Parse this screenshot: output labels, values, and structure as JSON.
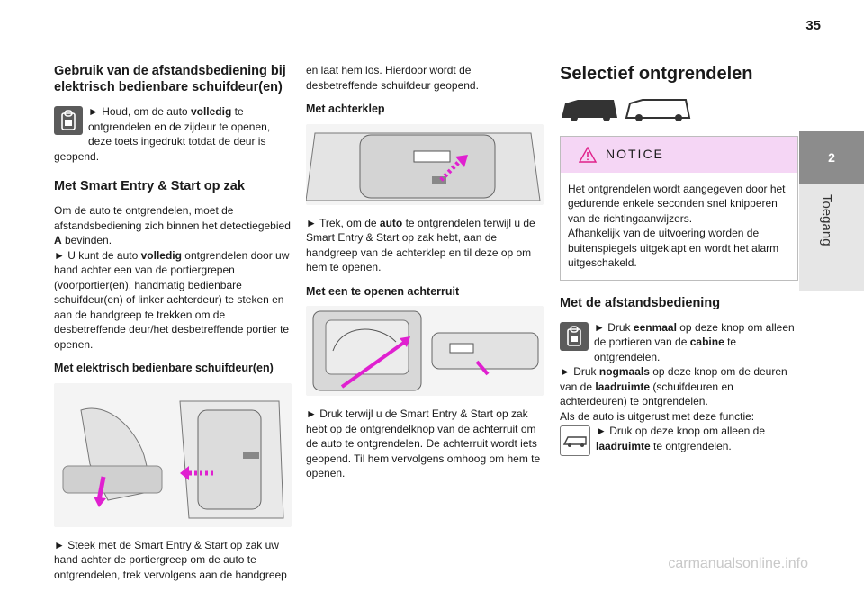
{
  "page_number": "35",
  "side_tab": {
    "number": "2",
    "label": "Toegang"
  },
  "col1": {
    "h_remote": "Gebruik van de afstandsbediening bij elektrisch bedienbare schuifdeur(en)",
    "p_remote_1": "► Houd, om de auto ",
    "p_remote_b": "volledig",
    "p_remote_2": " te ontgrendelen en de zijdeur te openen, deze toets ingedrukt totdat de deur is geopend.",
    "h_smart": "Met Smart Entry & Start op zak",
    "p_smart_1": "Om de auto te ontgrendelen, moet de afstandsbediening zich binnen het detectiegebied ",
    "p_smart_A": "A",
    "p_smart_2": " bevinden.",
    "p_smart_3a": "► U kunt de auto ",
    "p_smart_3b": "volledig",
    "p_smart_3c": " ontgrendelen door uw hand achter een van de portiergrepen (voorportier(en), handmatig bedienbare schuifdeur(en) of linker achterdeur) te steken en aan de handgreep te trekken om de desbetreffende deur/het desbetreffende portier te openen.",
    "h_electric": "Met elektrisch bedienbare schuifdeur(en)",
    "p_electric": "► Steek met de Smart Entry & Start op zak uw hand achter de portiergreep om de auto te ontgrendelen, trek vervolgens aan de handgreep"
  },
  "col2": {
    "p_cont": "en laat hem los. Hierdoor wordt de desbetreffende schuifdeur geopend.",
    "h_tailgate": "Met achterklep",
    "p_tailgate_1": "► Trek, om de ",
    "p_tailgate_b": "auto",
    "p_tailgate_2": " te ontgrendelen terwijl u de Smart Entry & Start op zak hebt, aan de handgreep van de achterklep en til deze op om hem te openen.",
    "h_window": "Met een te openen achterruit",
    "p_window": "► Druk terwijl u de Smart Entry & Start op zak hebt op de ontgrendelknop van de achterruit om de auto te ontgrendelen. De achterruit wordt iets geopend. Til hem vervolgens omhoog om hem te openen."
  },
  "col3": {
    "h_selective": "Selectief ontgrendelen",
    "notice_title": "NOTICE",
    "notice_p1": "Het ontgrendelen wordt aangegeven door het gedurende enkele seconden snel knipperen van de richtingaanwijzers.",
    "notice_p2": "Afhankelijk van de uitvoering worden de buitenspiegels uitgeklapt en wordt het alarm uitgeschakeld.",
    "h_with_remote": "Met de afstandsbediening",
    "p_r1a": "► Druk ",
    "p_r1b": "eenmaal",
    "p_r1c": " op deze knop om alleen de portieren van de ",
    "p_r1d": "cabine",
    "p_r1e": " te ontgrendelen.",
    "p_r2a": "► Druk ",
    "p_r2b": "nogmaals",
    "p_r2c": " op deze knop om de deuren van de ",
    "p_r2d": "laadruimte",
    "p_r2e": " (schuifdeuren en achterdeuren) te ontgrendelen.",
    "p_r3": "Als de auto is uitgerust met deze functie:",
    "p_r4a": "► Druk op deze knop om alleen de ",
    "p_r4b": "laadruimte",
    "p_r4c": " te ontgrendelen."
  },
  "footer": "carmanualsonline.info",
  "colors": {
    "accent": "#e020d0",
    "notice_bg": "#f5d6f5",
    "tab_dark": "#8c8c8c",
    "tab_light": "#e6e6e6"
  }
}
